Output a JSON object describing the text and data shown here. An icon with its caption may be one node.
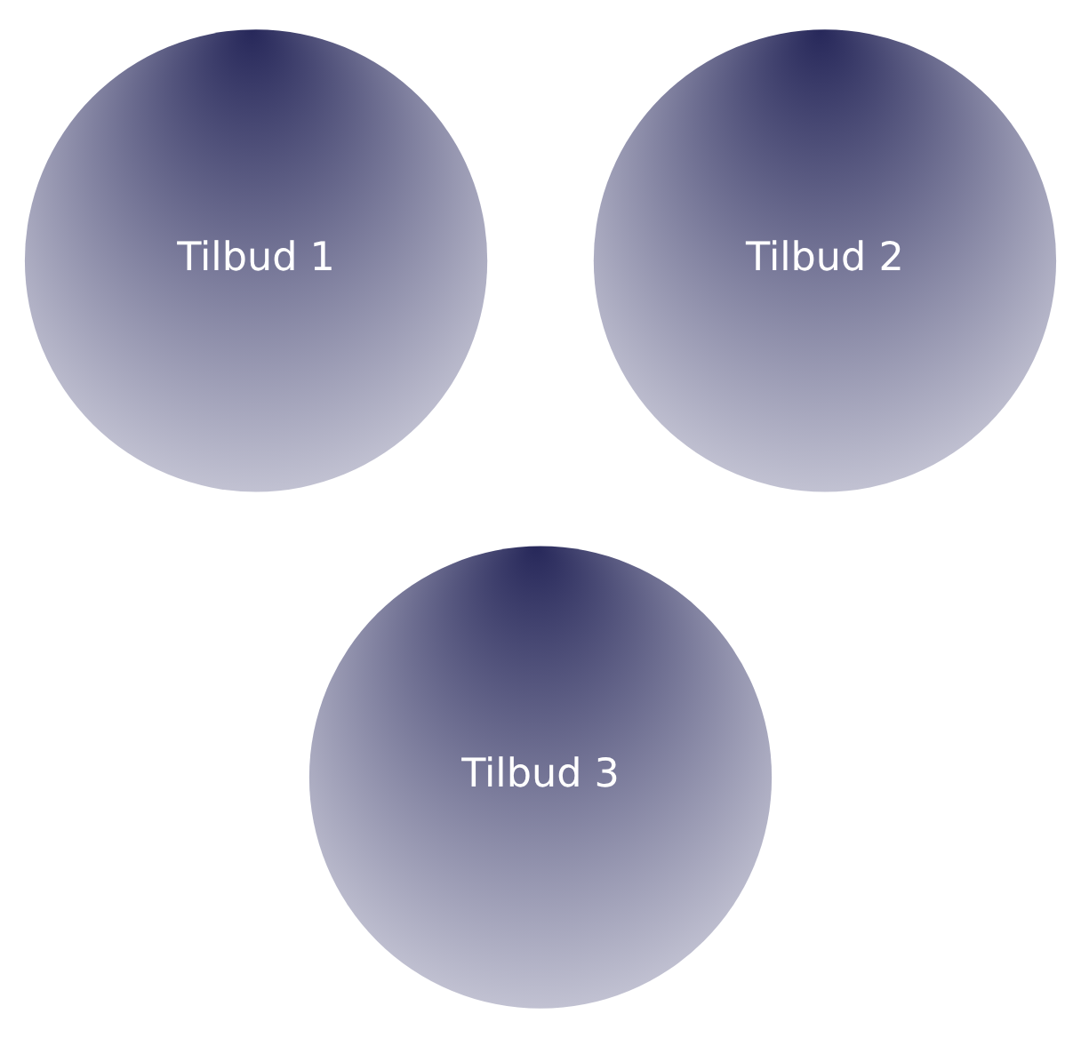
{
  "diagram": {
    "nodes": [
      {
        "text": [
          "Tilbud 1"
        ]
      },
      {
        "text": [
          "Tilbud 2"
        ]
      },
      {
        "text": [
          "Tilbud 3"
        ]
      }
    ]
  }
}
